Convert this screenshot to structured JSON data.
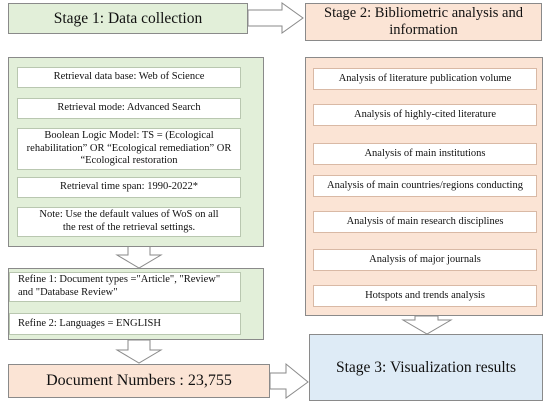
{
  "stage1": {
    "title": "Stage 1: Data collection"
  },
  "stage2": {
    "title_line1": "Stage 2:  Bibliometric analysis and",
    "title_line2": "information"
  },
  "stage3": {
    "title": "Stage 3: Visualization results"
  },
  "collection_items": [
    {
      "lines": [
        "Retrieval data base: Web of Science"
      ]
    },
    {
      "lines": [
        "Retrieval mode: Advanced Search"
      ]
    },
    {
      "lines": [
        "Boolean Logic Model: TS = (Ecological",
        "rehabilitation” OR “Ecological remediation” OR",
        "“Ecological restoration"
      ]
    },
    {
      "lines": [
        "Retrieval time span: 1990-2022*"
      ]
    },
    {
      "lines": [
        "Note: Use the default values of  WoS on all",
        "the rest of the retrieval settings."
      ]
    }
  ],
  "refine_items": [
    {
      "lines": [
        "Refine 1: Document types =\"Article\", \"Review\"",
        "and \"Database Review\""
      ]
    },
    {
      "lines": [
        "Refine 2: Languages = ENGLISH"
      ]
    }
  ],
  "document_numbers": "Document Numbers : 23,755",
  "analysis_items": [
    "Analysis of literature publication volume",
    "Analysis of highly-cited literature",
    "Analysis of main institutions",
    "Analysis of main countries/regions conducting",
    "Analysis of main research disciplines",
    "Analysis of major journals",
    "Hotspots and trends analysis"
  ],
  "colors": {
    "green_fill": "#e2efd9",
    "peach_fill": "#fbe4d5",
    "blue_fill": "#deebf6",
    "border": "#8a8a8a"
  }
}
